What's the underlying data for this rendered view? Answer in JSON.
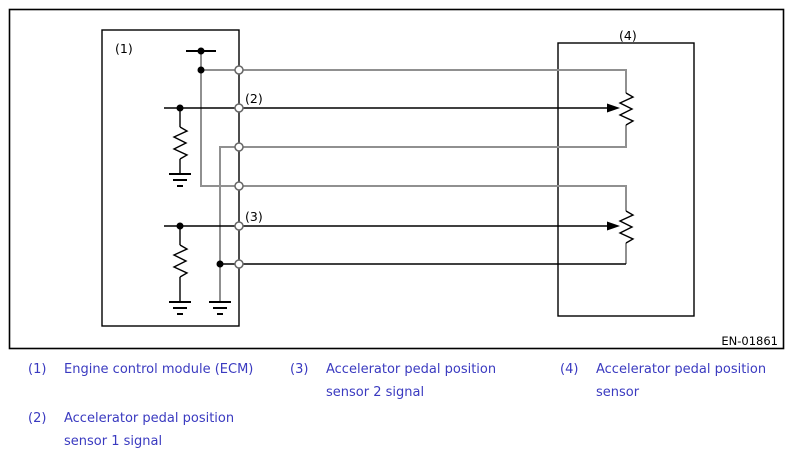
{
  "diagram": {
    "labels": {
      "ecm": "(1)",
      "sensor1_signal": "(2)",
      "sensor2_signal": "(3)",
      "sensor": "(4)"
    },
    "figure_id": "EN-01861",
    "colors": {
      "wire_gray": "#909090",
      "line_black": "#000000",
      "legend_text": "#3a3ac0"
    }
  },
  "legend": {
    "items": [
      {
        "num": "(1)",
        "line1": "Engine control module (ECM)",
        "line2": ""
      },
      {
        "num": "(2)",
        "line1": "Accelerator pedal position",
        "line2": "sensor 1 signal"
      },
      {
        "num": "(3)",
        "line1": "Accelerator pedal position",
        "line2": "sensor 2 signal"
      },
      {
        "num": "(4)",
        "line1": "Accelerator pedal position",
        "line2": "sensor"
      }
    ]
  }
}
